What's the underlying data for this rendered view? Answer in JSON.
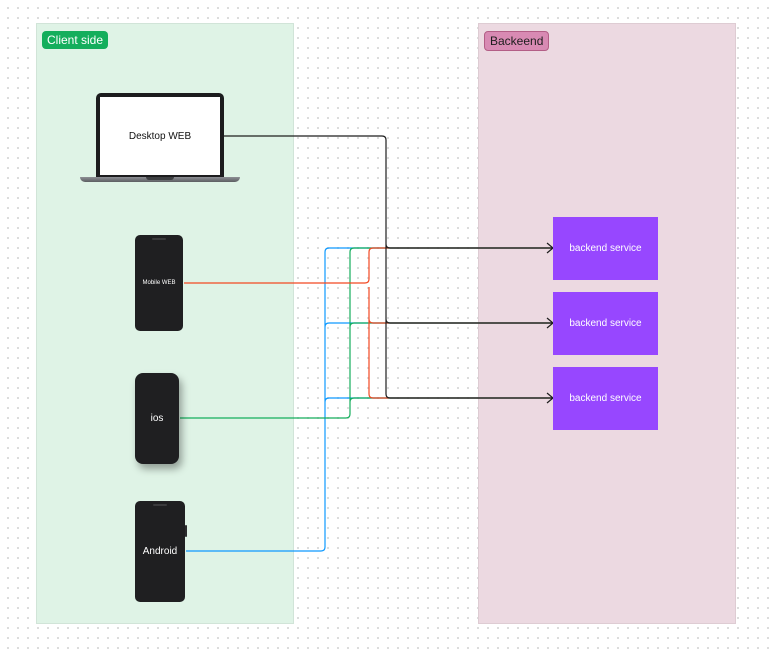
{
  "sections": {
    "client": {
      "label": "Client side",
      "label_color": "#14ae5c",
      "background": "#dff3e6"
    },
    "backend": {
      "label": "Backeend",
      "label_color": "#d88ab3",
      "background": "#ecd9e1"
    }
  },
  "clients": {
    "desktop": {
      "label": "Desktop WEB",
      "device": "laptop-icon"
    },
    "mobile_web": {
      "label": "Mobile WEB",
      "device": "phone-icon"
    },
    "ios": {
      "label": "ios",
      "device": "phone-icon"
    },
    "android": {
      "label": "Android",
      "device": "phone-icon"
    }
  },
  "services": [
    {
      "label": "backend service"
    },
    {
      "label": "backend service"
    },
    {
      "label": "backend service"
    }
  ],
  "colors": {
    "service_box": "#9747ff",
    "desktop_line": "#1e1e1e",
    "mobile_web_line": "#f24822",
    "ios_line": "#14ae5c",
    "android_line": "#0d99ff"
  },
  "connections": [
    {
      "from": "desktop",
      "to": [
        "service-1",
        "service-2",
        "service-3"
      ]
    },
    {
      "from": "mobile_web",
      "to": [
        "service-1",
        "service-2",
        "service-3"
      ]
    },
    {
      "from": "ios",
      "to": [
        "service-1",
        "service-2",
        "service-3"
      ]
    },
    {
      "from": "android",
      "to": [
        "service-1",
        "service-2",
        "service-3"
      ]
    }
  ]
}
